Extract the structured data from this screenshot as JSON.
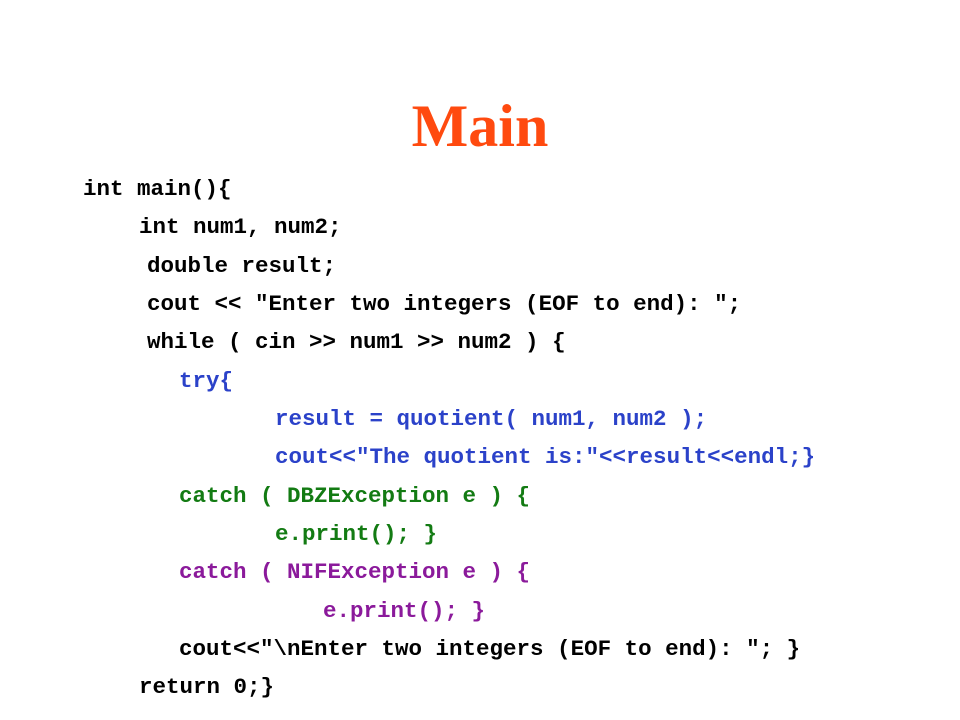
{
  "slide": {
    "title": "Main",
    "colors": {
      "title": "#ff4a0f",
      "default": "#000000",
      "try_block": "#2b42c9",
      "catch_dbz": "#137b13",
      "catch_nif": "#8b1a9b"
    },
    "code": {
      "lines": [
        "int main(){",
        "int num1, num2;",
        "double result;",
        "cout << \"Enter two integers (EOF to end): \";",
        "while ( cin >> num1 >> num2 ) {",
        "try{",
        "result = quotient( num1, num2 );",
        "cout<<\"The quotient is:\"<<result<<endl;}",
        "catch ( DBZException e ) {",
        "e.print(); }",
        "catch ( NIFException e ) {",
        "e.print(); }",
        "cout<<\"\\nEnter two integers (EOF to end): \"; }",
        "return 0;}"
      ]
    }
  }
}
